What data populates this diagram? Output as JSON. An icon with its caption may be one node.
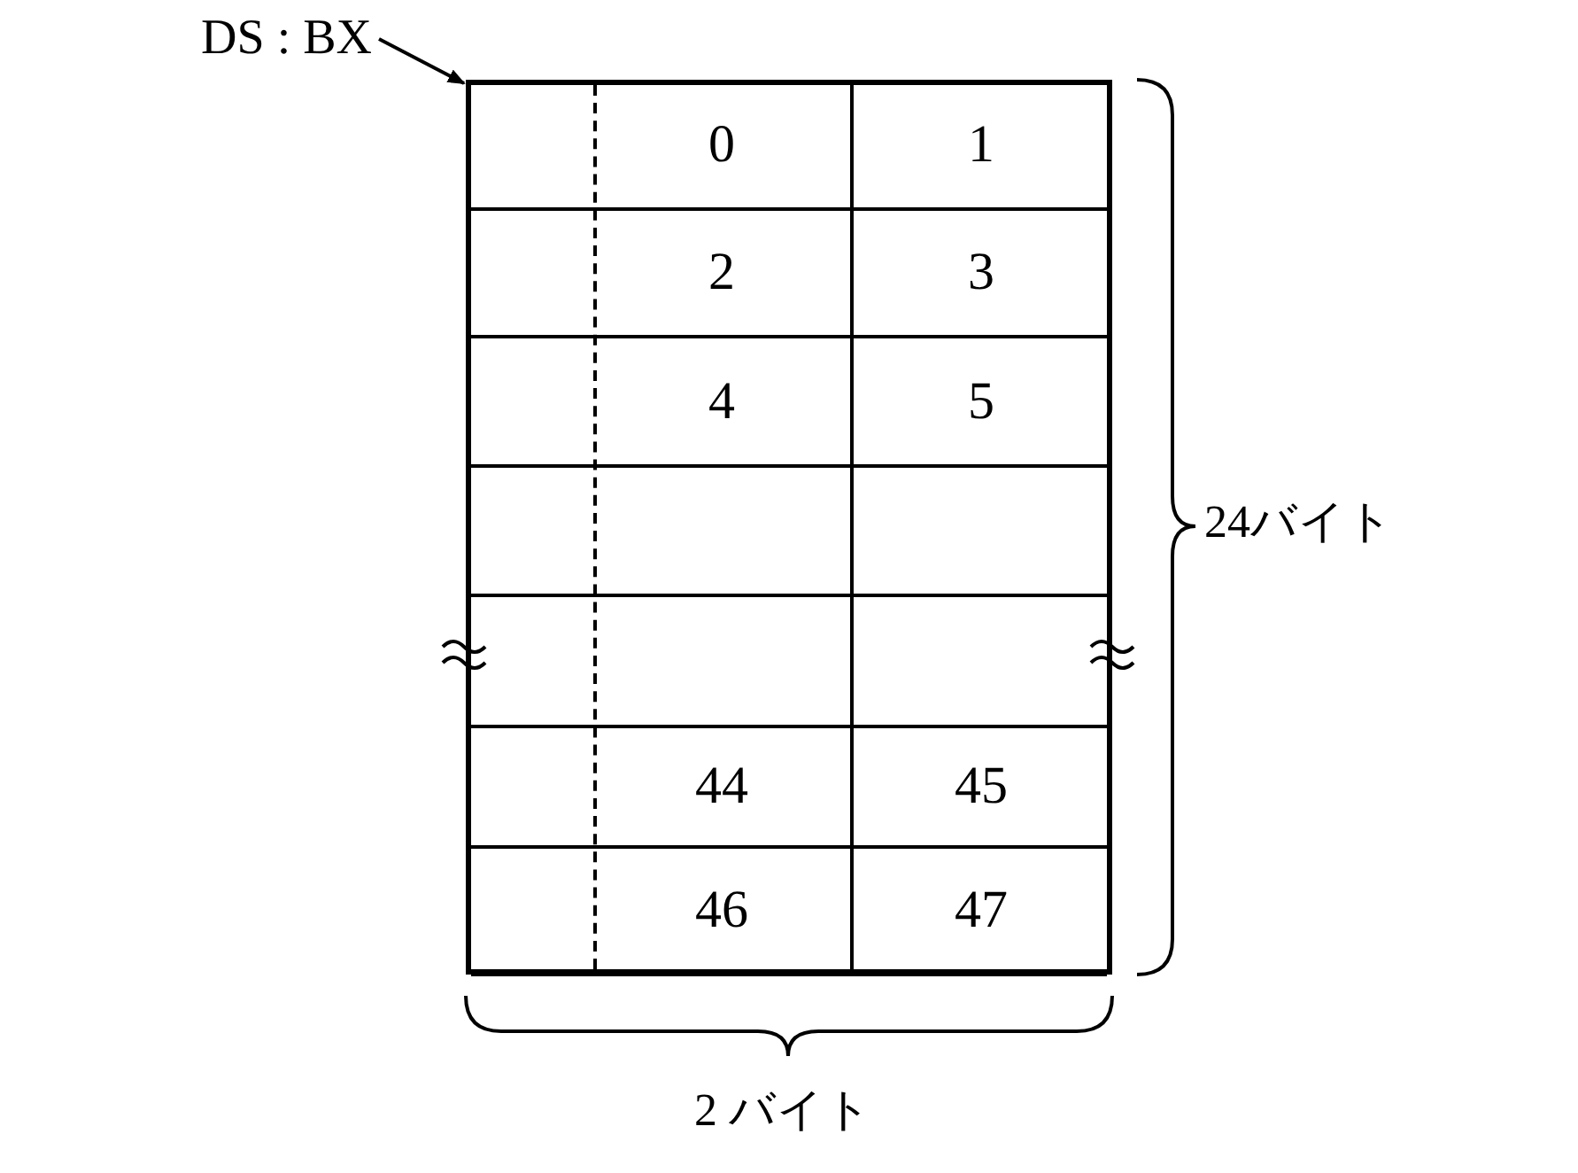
{
  "diagram": {
    "nodes": [
      {
        "text": [
          "DS : BX"
        ]
      },
      {
        "text": [],
        "shape": "box"
      }
    ],
    "edges": [
      {
        "from": 0,
        "to": 1,
        "arrow": "to"
      }
    ],
    "labels": [
      "0",
      "1",
      "2",
      "3",
      "4",
      "5",
      "44",
      "45",
      "46",
      "47",
      "24バイト",
      "2 バイト"
    ]
  }
}
